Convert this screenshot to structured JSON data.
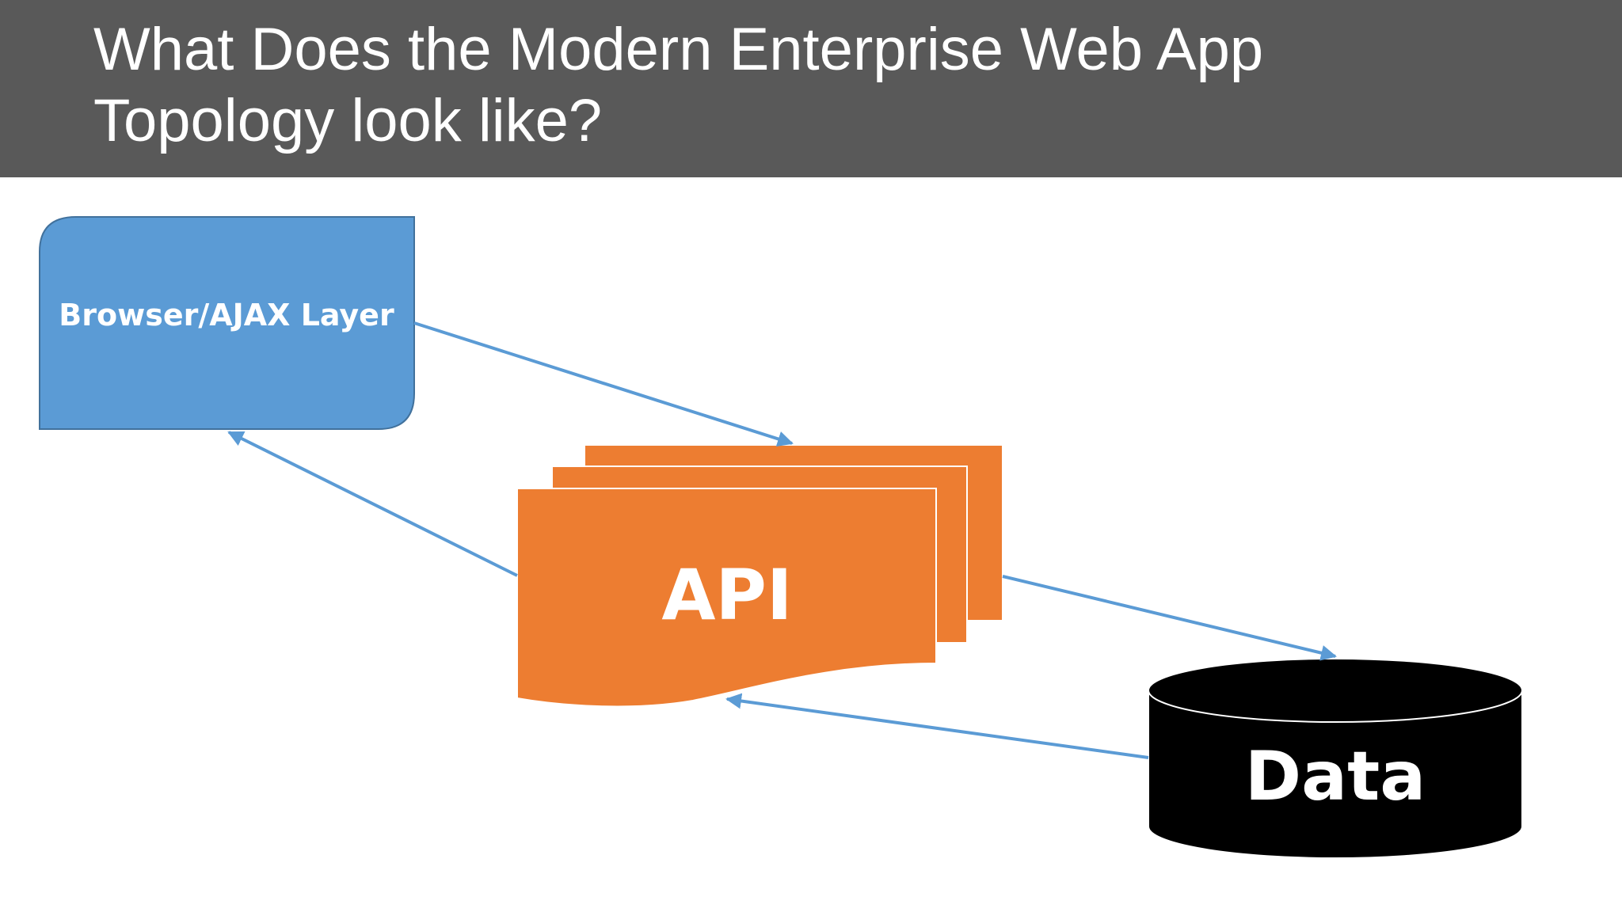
{
  "slide": {
    "title_line_1": "What Does the Modern Enterprise Web App",
    "title_line_2": "Topology look like?"
  },
  "diagram": {
    "nodes": {
      "browser": {
        "label": "Browser/AJAX Layer",
        "shape": "rounded-rectangle",
        "color": "#5B9BD5"
      },
      "api": {
        "label": "API",
        "shape": "stacked-documents",
        "color": "#ED7D31"
      },
      "data": {
        "label": "Data",
        "shape": "cylinder",
        "color": "#000000"
      }
    },
    "edges": [
      {
        "from": "browser",
        "to": "api"
      },
      {
        "from": "api",
        "to": "browser"
      },
      {
        "from": "api",
        "to": "data"
      },
      {
        "from": "data",
        "to": "api"
      }
    ],
    "edge_color": "#5B9BD5"
  }
}
